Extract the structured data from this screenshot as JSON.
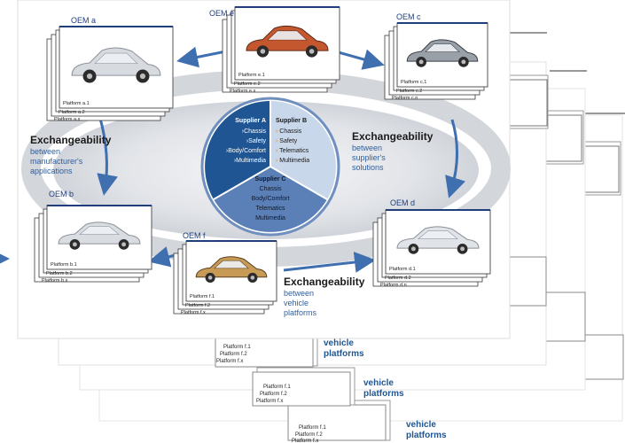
{
  "oems": [
    {
      "key": "a",
      "title": "OEM a",
      "platforms": [
        "Platform a.1",
        "Platform a.2",
        "Platform a.x"
      ]
    },
    {
      "key": "e",
      "title": "OEM e",
      "platforms": [
        "Platform e.1",
        "Platform e.2",
        "Platform e.x"
      ]
    },
    {
      "key": "c",
      "title": "OEM c",
      "platforms": [
        "Platform c.1",
        "Platform c.2",
        "Platform c.n"
      ]
    },
    {
      "key": "b",
      "title": "OEM b",
      "platforms": [
        "Platform b.1",
        "Platform b.2",
        "Platform b.x"
      ]
    },
    {
      "key": "f",
      "title": "OEM f",
      "platforms": [
        "Platform f.1",
        "Platform f.2",
        "Platform f.x"
      ]
    },
    {
      "key": "d",
      "title": "OEM d",
      "platforms": [
        "Platform d.1",
        "Platform d.2",
        "Platform d.n"
      ]
    }
  ],
  "exchangeability": {
    "left": {
      "title": "Exchangeability",
      "subtitle": [
        "between",
        "manufacturer's",
        "applications"
      ]
    },
    "right": {
      "title": "Exchangeability",
      "subtitle": [
        "between",
        "supplier's",
        "solutions"
      ]
    },
    "bottom": {
      "title": "Exchangeability",
      "subtitle": [
        "between",
        "vehicle",
        "platforms"
      ]
    }
  },
  "suppliers": {
    "a": {
      "title": "Supplier A",
      "items": [
        "›Chassis",
        "›Safety",
        "›Body/Comfort",
        "›Multimedia"
      ]
    },
    "b": {
      "title": "Supplier B",
      "items": [
        "Chassis",
        "Safety",
        "Telematics",
        "Multimedia"
      ]
    },
    "c": {
      "title": "Supplier C",
      "items": [
        "Chassis",
        "Body/Comfort",
        "Telematics",
        "Multimedia"
      ]
    }
  },
  "echo": {
    "platforms": [
      "Platform f.1",
      "Platform f.2",
      "Platform f.x"
    ],
    "words": [
      "vehicle",
      "platforms"
    ]
  },
  "colors": {
    "accent_blue": "#1f4e8c",
    "dark_blue": "#1e5592",
    "mid_blue": "#4a74ad",
    "light_blue": "#c9d7ea",
    "arrow_blue": "#3f6fae",
    "ellipse_gray": "#d6d9de",
    "card_line": "#1f3f7a"
  }
}
